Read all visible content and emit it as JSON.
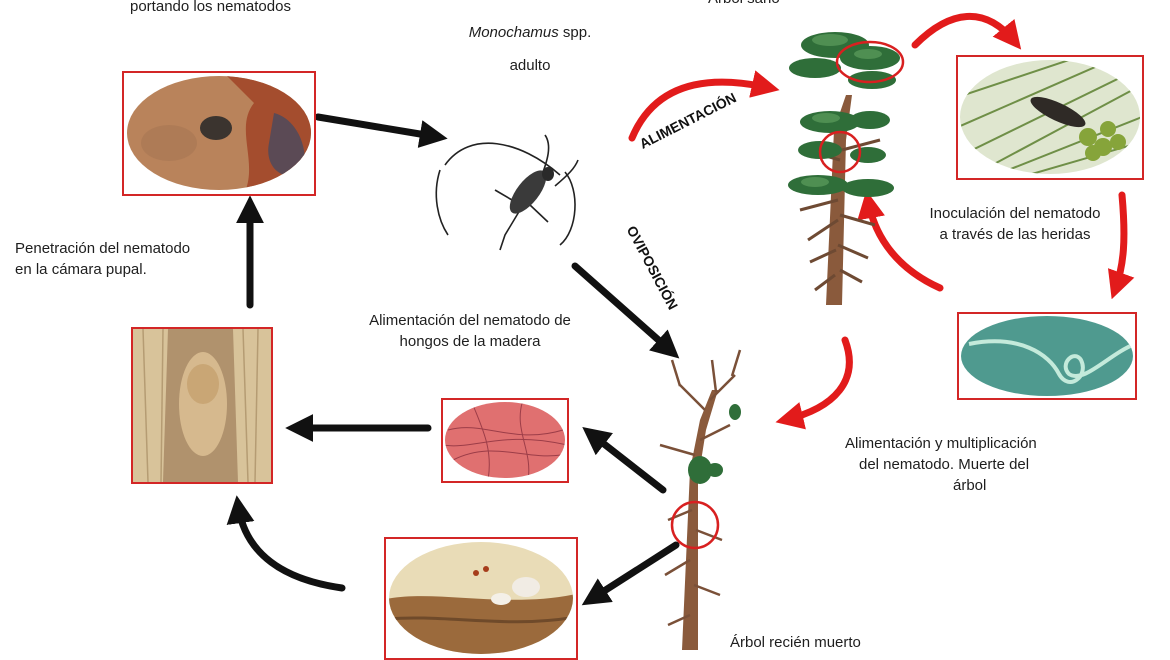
{
  "labels": {
    "top_left": "portando los nematodos",
    "top_center_species": "Monochamus",
    "top_center_spp": "spp.",
    "top_center_adult": "adulto",
    "top_right": "Árbol sano",
    "penetration": [
      "Penetración del nematodo",
      "en la cámara pupal."
    ],
    "fungi": [
      "Alimentación del nematodo de",
      "hongos de la madera"
    ],
    "inoculation": [
      "Inoculación del nematodo",
      "a través de las heridas"
    ],
    "multiplication": [
      "Alimentación y multiplicación",
      "del nematodo. Muerte del",
      "árbol"
    ],
    "dead_tree": "Árbol recién muerto"
  },
  "stages": {
    "feeding": "ALIMENTACIÓN",
    "oviposition": "OVIPOSICIÓN"
  },
  "colors": {
    "frame": "#d32626",
    "red_arrow": "#e21b1b",
    "black_arrow": "#111111",
    "foliage": "#2f6e39",
    "trunk": "#8a5a3c"
  },
  "icons": {
    "beetle": "beetle-icon",
    "tree": "tree-icon"
  }
}
